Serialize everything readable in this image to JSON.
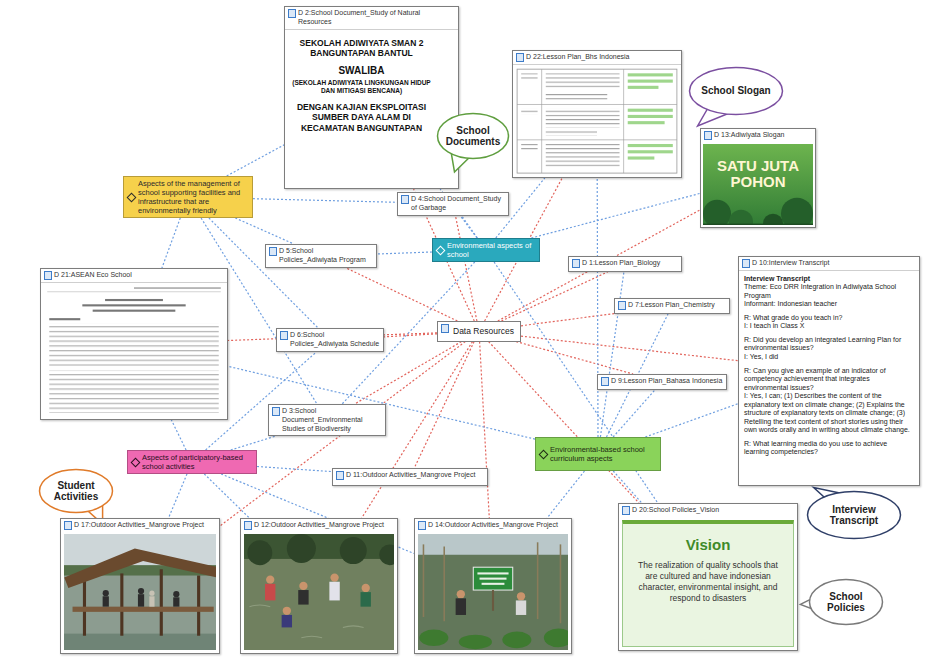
{
  "diagram": {
    "nodes": [
      {
        "text": [
          "D 2:School Document_Study of Natural Resources",
          "SEKOLAH ADIWIYATA SMAN 2 BANGUNTAPAN BANTUL",
          "SWALIBA",
          "(SEKOLAH ADIWIYATA LINGKUNGAN HIDUP DAN MITIGASI BENCANA)",
          "DENGAN KAJIAN EKSPLOITASI SUMBER DAYA ALAM DI KECAMATAN BANGUNTAPAN"
        ]
      },
      {
        "text": [
          "School Documents"
        ]
      },
      {
        "text": [
          "D 22:Lesson Plan_Bhs Indonesia"
        ]
      },
      {
        "text": [
          "School Slogan"
        ]
      },
      {
        "text": [
          "D 13:Adiwiyata Slogan",
          "SATU JUTA POHON"
        ]
      },
      {
        "text": [
          "Aspects of the management of school supporting facilities and infrastructure that are environmentally friendly"
        ]
      },
      {
        "text": [
          "D 4:School Document_Study of Garbage"
        ]
      },
      {
        "text": [
          "Environmental aspects of school"
        ]
      },
      {
        "text": [
          "D 5:School Policies_Adiwiyata Program"
        ]
      },
      {
        "text": [
          "D 21:ASEAN Eco School"
        ]
      },
      {
        "text": [
          "D 1:Lesson Plan_Biology"
        ]
      },
      {
        "text": [
          "D 10:Interview Transcript",
          "Interview Transcript",
          "Theme: Eco DRR Integration in Adiwiyata School Program",
          "Informant: Indonesian teacher",
          "R: What grade do you teach in?",
          "I: I teach in Class X",
          "R: Did you develop an integrated Learning Plan for environmental issues?",
          "I: Yes, I did",
          "R: Can you give an example of an indicator of competency achievement that integrates environmental issues?",
          "I: Yes, I can; (1) Describes the content of the explanatory text on climate change; (2) Explains the structure of explanatory texts on climate change; (3) Retelling the text content of short stories using their own words orally and in writing about climate change.",
          "R: What learning media do you use to achieve learning competencies?"
        ]
      },
      {
        "text": [
          "D 7:Lesson Plan_Chemistry"
        ]
      },
      {
        "text": [
          "Data Resources"
        ]
      },
      {
        "text": [
          "D 6:School Policies_Adiwiyata Schedule"
        ]
      },
      {
        "text": [
          "D 9:Lesson Plan_Bahasa Indonesia"
        ]
      },
      {
        "text": [
          "D 3:School Document_Environmental Studies of Biodiversity"
        ]
      },
      {
        "text": [
          "Environmental-based school curriculum aspects"
        ]
      },
      {
        "text": [
          "Aspects of participatory-based school activities"
        ]
      },
      {
        "text": [
          "D 11:Outdoor Activities_Mangrove Project"
        ]
      },
      {
        "text": [
          "Student Activities"
        ]
      },
      {
        "text": [
          "Interview Transcript"
        ]
      },
      {
        "text": [
          "D 17:Outdoor Activities_Mangrove Project"
        ]
      },
      {
        "text": [
          "D 12:Outdoor Activities_Mangrove Project"
        ]
      },
      {
        "text": [
          "D 14:Outdoor Activities_Mangrove Project"
        ]
      },
      {
        "text": [
          "D 20:School Policies_Vision",
          "Vision",
          "The realization of quality schools that are cultured and have indonesian character, environmental insight, and respond to disasters"
        ]
      },
      {
        "text": [
          "School Policies"
        ]
      }
    ],
    "edges": [
      {
        "from": 13,
        "to": 0,
        "arrow": "none"
      },
      {
        "from": 13,
        "to": 2,
        "arrow": "none"
      },
      {
        "from": 13,
        "to": 4,
        "arrow": "none"
      },
      {
        "from": 13,
        "to": 6,
        "arrow": "none"
      },
      {
        "from": 13,
        "to": 8,
        "arrow": "none"
      },
      {
        "from": 13,
        "to": 9,
        "arrow": "none"
      },
      {
        "from": 13,
        "to": 10,
        "arrow": "none"
      },
      {
        "from": 13,
        "to": 11,
        "arrow": "none"
      },
      {
        "from": 13,
        "to": 12,
        "arrow": "none"
      },
      {
        "from": 13,
        "to": 14,
        "arrow": "none"
      },
      {
        "from": 13,
        "to": 15,
        "arrow": "none"
      },
      {
        "from": 13,
        "to": 16,
        "arrow": "none"
      },
      {
        "from": 13,
        "to": 19,
        "arrow": "none"
      },
      {
        "from": 13,
        "to": 22,
        "arrow": "none"
      },
      {
        "from": 13,
        "to": 23,
        "arrow": "none"
      },
      {
        "from": 13,
        "to": 24,
        "arrow": "none"
      },
      {
        "from": 13,
        "to": 25,
        "arrow": "none"
      },
      {
        "from": 5,
        "to": 0,
        "arrow": "none"
      },
      {
        "from": 5,
        "to": 6,
        "arrow": "none"
      },
      {
        "from": 5,
        "to": 8,
        "arrow": "none"
      },
      {
        "from": 5,
        "to": 14,
        "arrow": "none"
      },
      {
        "from": 5,
        "to": 9,
        "arrow": "none"
      },
      {
        "from": 5,
        "to": 16,
        "arrow": "none"
      },
      {
        "from": 7,
        "to": 0,
        "arrow": "none"
      },
      {
        "from": 7,
        "to": 2,
        "arrow": "none"
      },
      {
        "from": 7,
        "to": 4,
        "arrow": "none"
      },
      {
        "from": 7,
        "to": 6,
        "arrow": "none"
      },
      {
        "from": 7,
        "to": 8,
        "arrow": "none"
      },
      {
        "from": 7,
        "to": 16,
        "arrow": "none"
      },
      {
        "from": 7,
        "to": 25,
        "arrow": "none"
      },
      {
        "from": 18,
        "to": 9,
        "arrow": "none"
      },
      {
        "from": 18,
        "to": 14,
        "arrow": "none"
      },
      {
        "from": 18,
        "to": 16,
        "arrow": "none"
      },
      {
        "from": 18,
        "to": 19,
        "arrow": "none"
      },
      {
        "from": 18,
        "to": 22,
        "arrow": "none"
      },
      {
        "from": 18,
        "to": 23,
        "arrow": "none"
      },
      {
        "from": 18,
        "to": 24,
        "arrow": "none"
      },
      {
        "from": 17,
        "to": 2,
        "arrow": "none"
      },
      {
        "from": 17,
        "to": 9,
        "arrow": "none"
      },
      {
        "from": 17,
        "to": 10,
        "arrow": "none"
      },
      {
        "from": 17,
        "to": 11,
        "arrow": "none"
      },
      {
        "from": 17,
        "to": 12,
        "arrow": "none"
      },
      {
        "from": 17,
        "to": 15,
        "arrow": "none"
      },
      {
        "from": 17,
        "to": 24,
        "arrow": "none"
      },
      {
        "from": 17,
        "to": 25,
        "arrow": "none"
      }
    ]
  }
}
